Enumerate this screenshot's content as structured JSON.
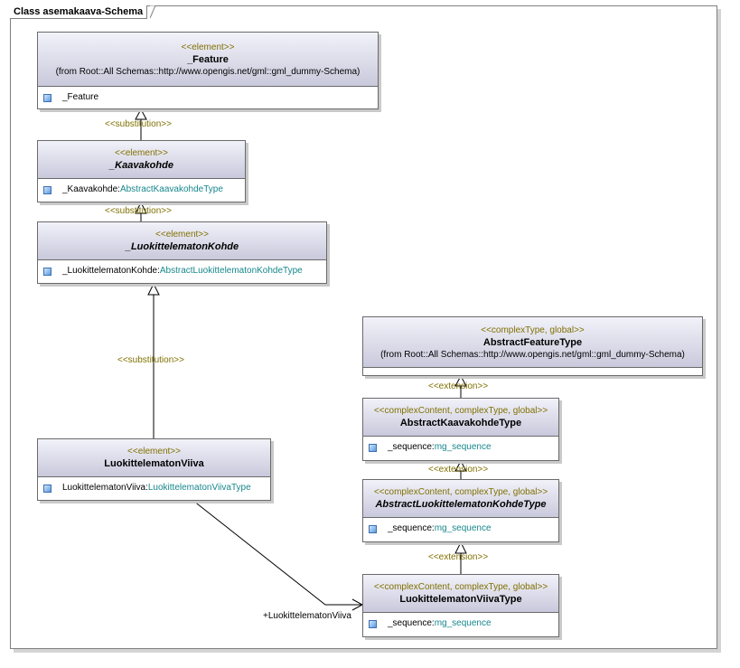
{
  "frame": {
    "title": "Class asemakaava-Schema"
  },
  "classes": {
    "feature": {
      "stereotype": "<<element>>",
      "name": "_Feature",
      "from": "(from Root::All Schemas::http://www.opengis.net/gml::gml_dummy-Schema)",
      "attr_name": "_Feature",
      "attr_type": ""
    },
    "kaavakohde": {
      "stereotype": "<<element>>",
      "name": "_Kaavakohde",
      "attr_name": "_Kaavakohde:",
      "attr_type": "AbstractKaavakohdeType"
    },
    "luokittelematon_kohde": {
      "stereotype": "<<element>>",
      "name": "_LuokittelematonKohde",
      "attr_name": "_LuokittelematonKohde:",
      "attr_type": "AbstractLuokittelematonKohdeType"
    },
    "luokittelematon_viiva": {
      "stereotype": "<<element>>",
      "name": "LuokittelematonViiva",
      "attr_name": "LuokittelematonViiva:",
      "attr_type": "LuokittelematonViivaType"
    },
    "abstract_feature_type": {
      "stereotype": "<<complexType, global>>",
      "name": "AbstractFeatureType",
      "from": "(from Root::All Schemas::http://www.opengis.net/gml::gml_dummy-Schema)"
    },
    "abstract_kaavakohde_type": {
      "stereotype": "<<complexContent, complexType, global>>",
      "name": "AbstractKaavakohdeType",
      "attr_name": "_sequence:",
      "attr_type": "mg_sequence"
    },
    "abstract_luokittelematon_kohde_type": {
      "stereotype": "<<complexContent, complexType, global>>",
      "name": "AbstractLuokittelematonKohdeType",
      "attr_name": "_sequence:",
      "attr_type": "mg_sequence"
    },
    "luokittelematon_viiva_type": {
      "stereotype": "<<complexContent, complexType, global>>",
      "name": "LuokittelematonViivaType",
      "attr_name": "_sequence:",
      "attr_type": "mg_sequence"
    }
  },
  "relations": {
    "substitution_label": "<<substitution>>",
    "extension_label": "<<extension>>",
    "association_role": "+LuokittelematonViiva"
  }
}
